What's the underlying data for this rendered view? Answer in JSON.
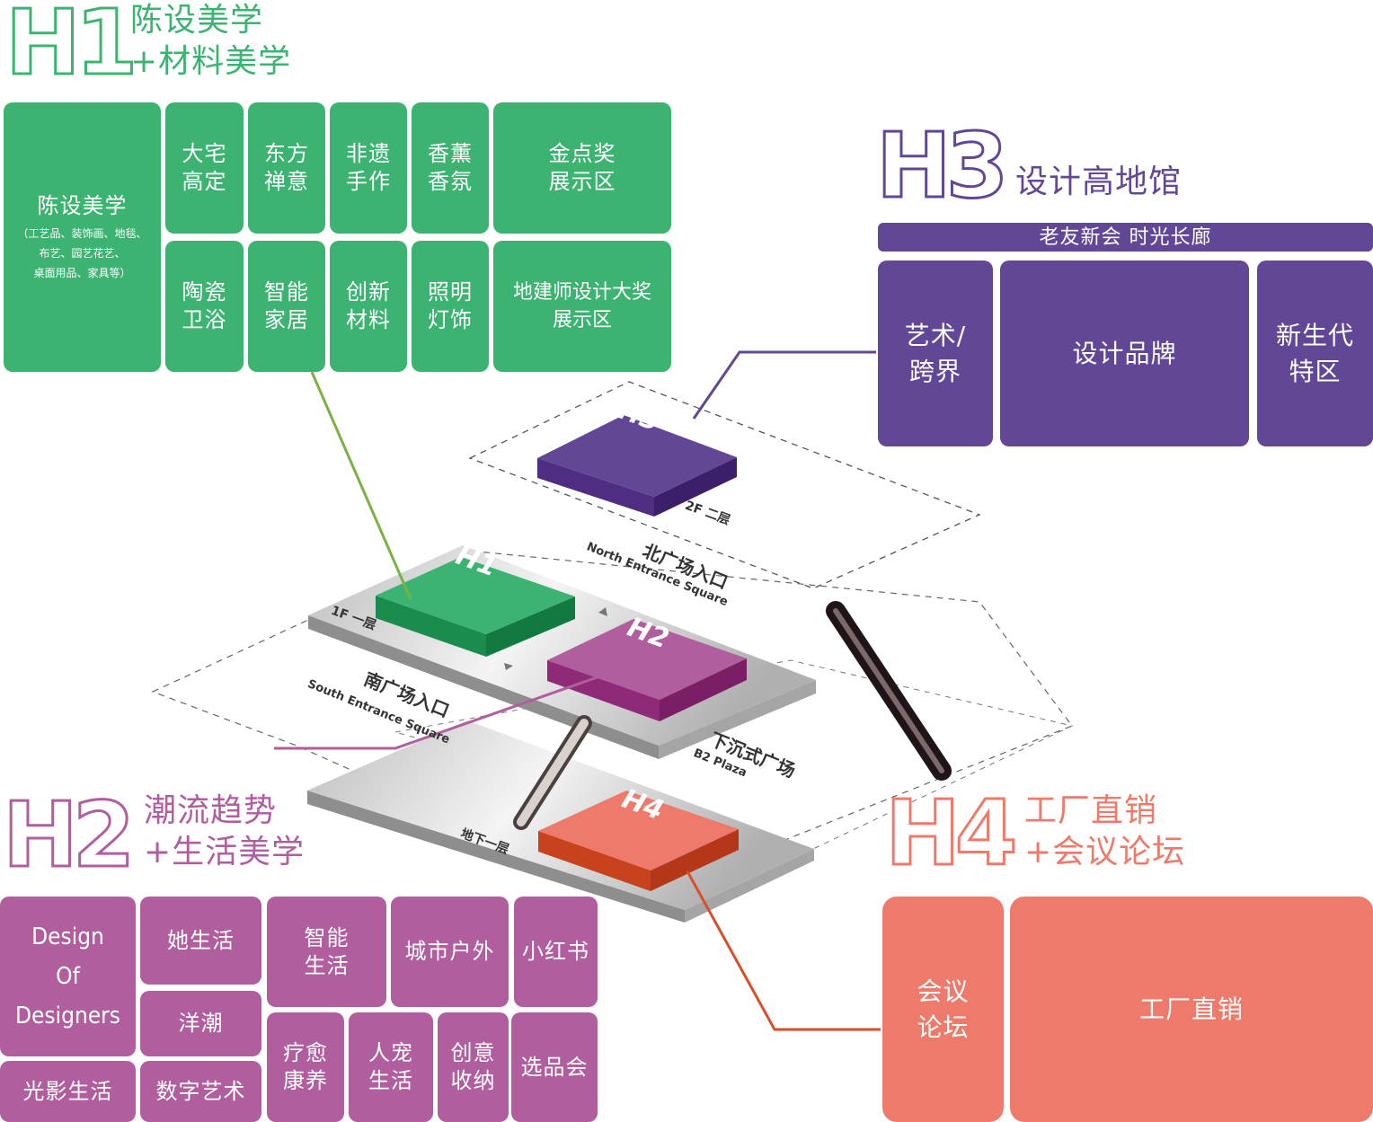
{
  "h1": {
    "mark": "H1",
    "title": "陈设美学\n+材料美学",
    "color": "#3cb371",
    "main": {
      "label": "陈设美学",
      "sub": "（工艺品、装饰画、地毯、\n布艺、园艺花艺、\n桌面用品、家具等）"
    },
    "cells": [
      "大宅\n高定",
      "东方\n禅意",
      "非遗\n手作",
      "香薰\n香氛",
      "金点奖\n展示区",
      "陶瓷\n卫浴",
      "智能\n家居",
      "创新\n材料",
      "照明\n灯饰",
      "地建师设计大奖\n展示区"
    ]
  },
  "h3": {
    "mark": "H3",
    "title": "设计高地馆",
    "color": "#614796",
    "banner": "老友新会 时光长廊",
    "cells": [
      "艺术/\n跨界",
      "设计品牌",
      "新生代\n特区"
    ]
  },
  "h2": {
    "mark": "H2",
    "title": "潮流趋势\n+生活美学",
    "color": "#b05e9e",
    "cells": [
      "Design\nOf\nDesigners",
      "她生活",
      "智能\n生活",
      "城市户外",
      "小红书",
      "洋潮",
      "疗愈\n康养",
      "人宠\n生活",
      "创意\n收纳",
      "选品会",
      "光影生活",
      "数字艺术"
    ]
  },
  "h4": {
    "mark": "H4",
    "title": "工厂直销\n+会议论坛",
    "color": "#ee7a6b",
    "cells": [
      "会议\n论坛",
      "工厂直销"
    ]
  },
  "map": {
    "floor_2f": "2F 二层",
    "floor_1f": "1F 一层",
    "floor_b1": "地下一层",
    "north_cn": "北广场入口",
    "north_en": "North Entrance Square",
    "south_cn": "南广场入口",
    "south_en": "South Entrance Square",
    "b2_cn": "下沉式广场",
    "b2_en": "B2 Plaza",
    "block_h1": "H1",
    "block_h2": "H2",
    "block_h3": "H3",
    "block_h4": "H4"
  }
}
